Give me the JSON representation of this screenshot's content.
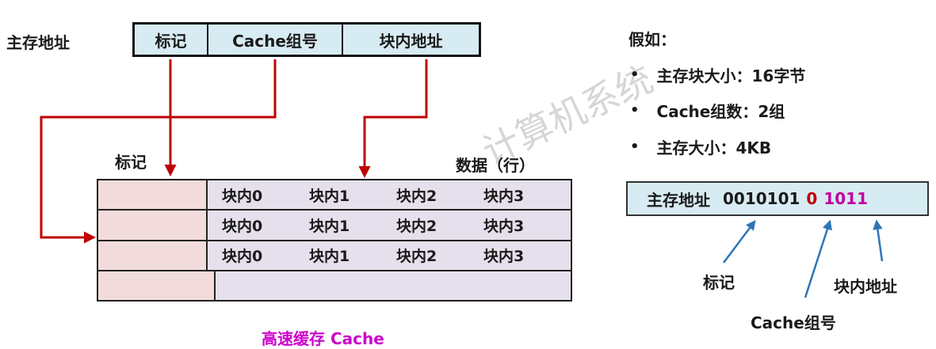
{
  "address_label": "主存地址",
  "address_fields": [
    {
      "label": "标记"
    },
    {
      "label": "Cache组号"
    },
    {
      "label": "块内地址"
    }
  ],
  "tag_label": "标记",
  "data_label": "数据（行）",
  "cache_rows": [
    {
      "blocks": [
        "块内0",
        "块内1",
        "块内2",
        "块内3"
      ]
    },
    {
      "blocks": [
        "块内0",
        "块内1",
        "块内2",
        "块内3"
      ]
    },
    {
      "blocks": [
        "块内0",
        "块内1",
        "块内2",
        "块内3"
      ]
    },
    {
      "blocks": []
    }
  ],
  "cache_caption": "高速缓存 Cache",
  "assumptions": {
    "title": "假如：",
    "items": [
      "主存块大小：16字节",
      "Cache组数：2组",
      "主存大小：4KB"
    ]
  },
  "example_address": {
    "label": "主存地址",
    "tag_bits": "0010101",
    "set_bits": "0",
    "offset_bits": "1011"
  },
  "example_labels": {
    "tag": "标记",
    "set": "Cache组号",
    "offset": "块内地址"
  },
  "watermark": "计算机系统",
  "colors": {
    "arrow": "#c00000",
    "set_bit": "#c00000",
    "offset_bits": "#c000a0",
    "caption": "#cc00cc",
    "pointer": "#2e75b6"
  }
}
